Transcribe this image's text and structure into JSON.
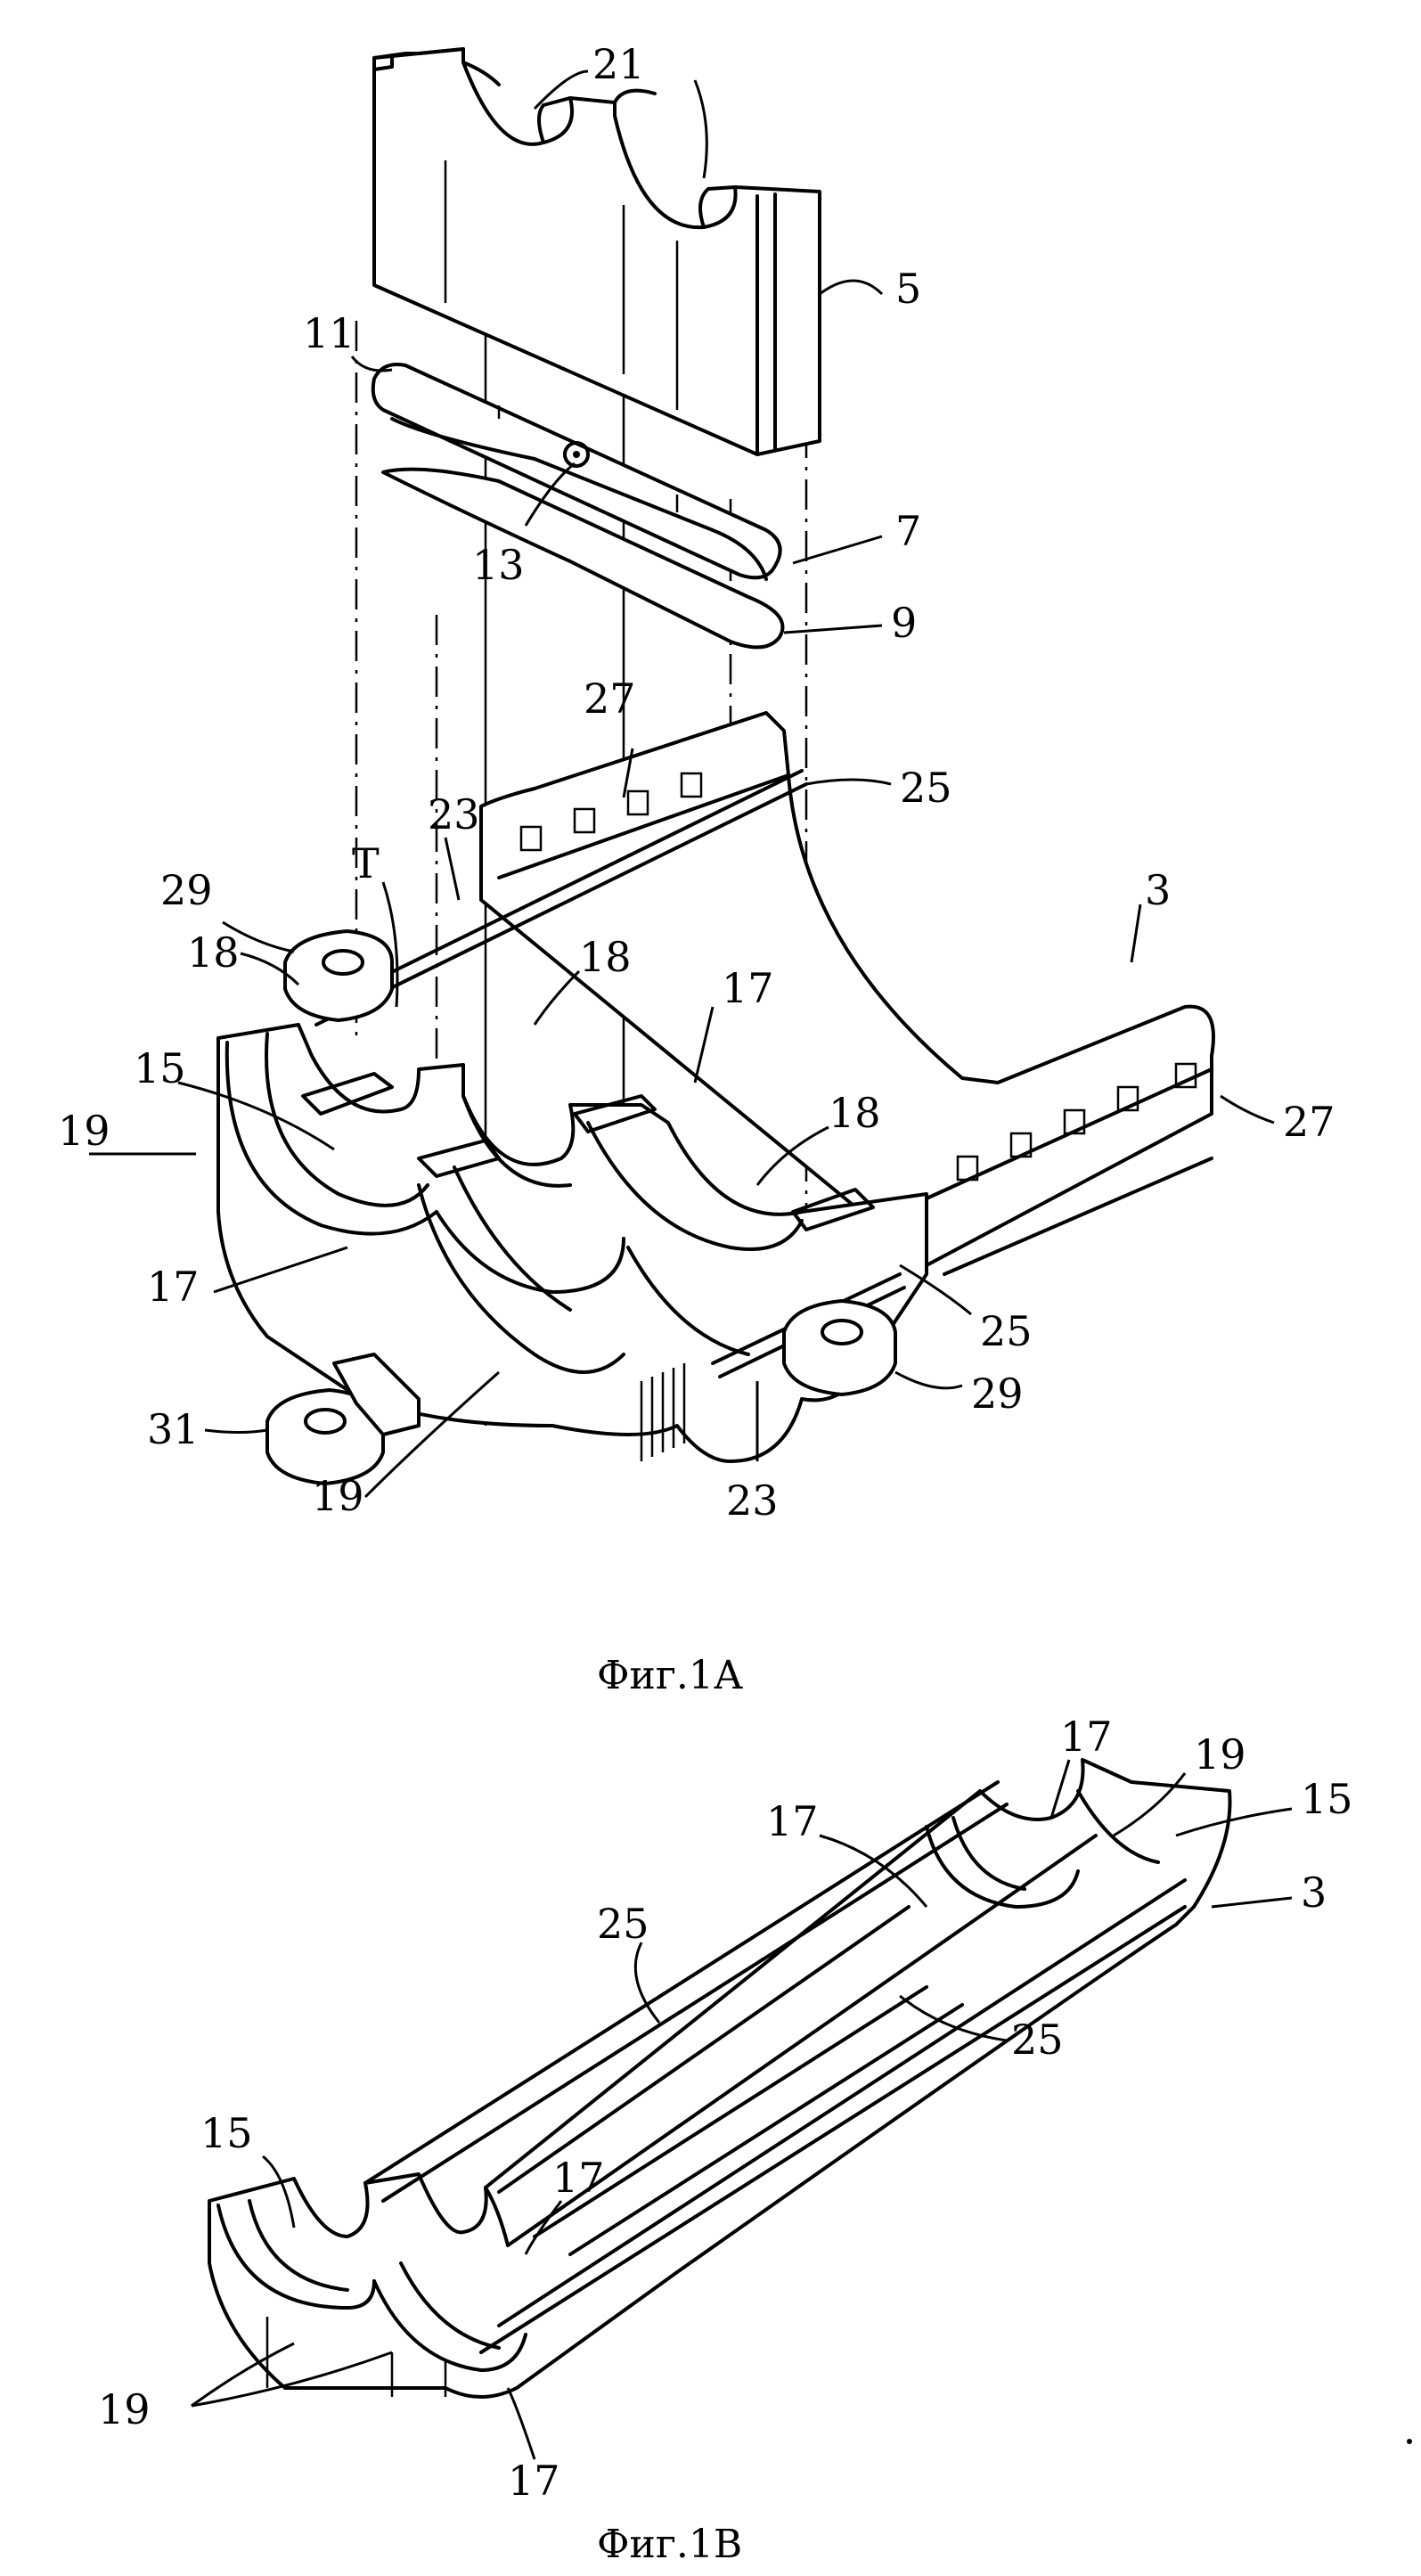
{
  "figures": [
    {
      "caption": "Фиг.1А",
      "labels": [
        "21",
        "5",
        "11",
        "7",
        "13",
        "9",
        "27",
        "25",
        "23",
        "T",
        "29",
        "18",
        "18",
        "17",
        "3",
        "15",
        "19",
        "18",
        "27",
        "17",
        "31",
        "19",
        "29",
        "25",
        "23"
      ]
    },
    {
      "caption": "Фиг.1В",
      "labels": [
        "17",
        "19",
        "15",
        "17",
        "3",
        "25",
        "25",
        "15",
        "17",
        "19",
        "17"
      ]
    }
  ]
}
